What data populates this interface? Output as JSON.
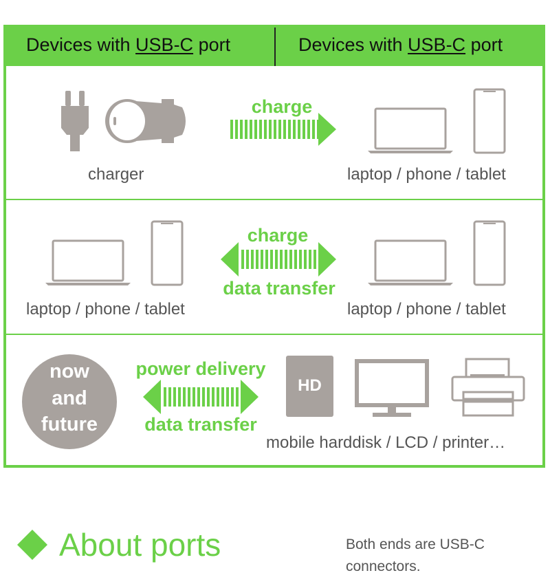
{
  "header": {
    "left_pre": "Devices with ",
    "left_link": "USB-C",
    "left_post": " port",
    "right_pre": "Devices with ",
    "right_link": "USB-C",
    "right_post": " port"
  },
  "row1": {
    "left_label": "charger",
    "arrow_label": "charge",
    "right_label": "laptop / phone / tablet"
  },
  "row2": {
    "left_label": "laptop / phone / tablet",
    "arrow_top": "charge",
    "arrow_bottom": "data transfer",
    "right_label": "laptop / phone / tablet"
  },
  "row3": {
    "circle_line1": "now",
    "circle_line2": "and",
    "circle_line3": "future",
    "arrow_top": "power delivery",
    "arrow_bottom": "data transfer",
    "hd_text": "HD",
    "right_label": "mobile harddisk / LCD / printer…"
  },
  "footer": {
    "title": "About ports",
    "note_line1": "Both ends are USB-C",
    "note_line2": "connectors."
  },
  "colors": {
    "accent": "#6bd048",
    "icon_gray": "#a8a29e"
  }
}
